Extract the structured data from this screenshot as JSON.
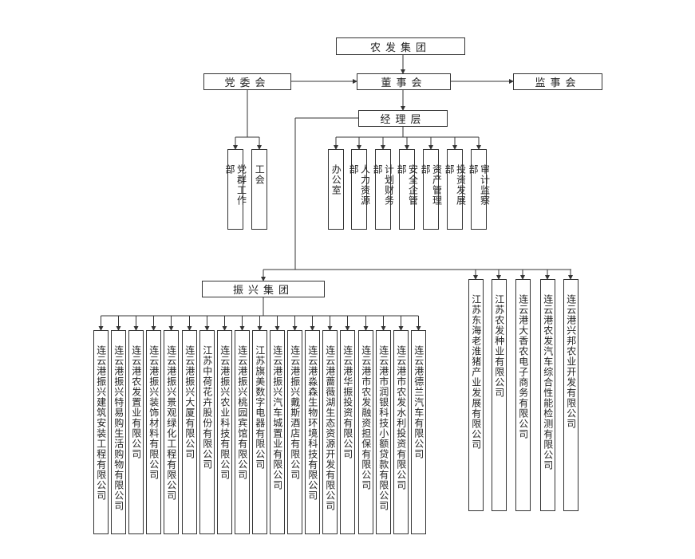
{
  "top": "农发集团",
  "party": "党委会",
  "board": "董事会",
  "supervisor": "监事会",
  "management": "经理层",
  "party_units": [
    "党群工作部",
    "工会"
  ],
  "departments": [
    "办公室",
    "人力资源部",
    "计划财务部",
    "安全企管部",
    "资产管理部",
    "投资发展部",
    "审计监察部"
  ],
  "group": "振兴集团",
  "group_companies": [
    "连云港振兴建筑安装工程有限公司",
    "连云港振兴特易购生活购物有限公司",
    "连云港农发置业有限公司",
    "连云港振兴装饰材料有限公司",
    "连云港振兴景观绿化工程有限公司",
    "连云港振兴大厦有限公司",
    "江苏中荷花卉股份有限公司",
    "连云港振兴农业科技有限公司",
    "连云港振兴桃园宾馆有限公司",
    "江苏旗美数字电器有限公司",
    "连云港振兴汽车城置业有限公司",
    "连云港振兴戴斯酒店有限公司",
    "连云港淼森生物环境科技有限公司",
    "连云港蔷薇湖生态资源开发有限公司",
    "连云港华振投资有限公司",
    "连云港市农发融资担保有限公司",
    "连云港市润银科技小额贷款有限公司",
    "连云港市农发水利投资有限公司",
    "连云港德兰汽车有限公司"
  ],
  "direct_companies": [
    "江苏东海老淮猪产业发展有限公司",
    "江苏农发种业有限公司",
    "连云港大香农电子商务有限公司",
    "连云港农发汽车综合性能检测有限公司",
    "连云港兴邦农业开发有限公司"
  ]
}
